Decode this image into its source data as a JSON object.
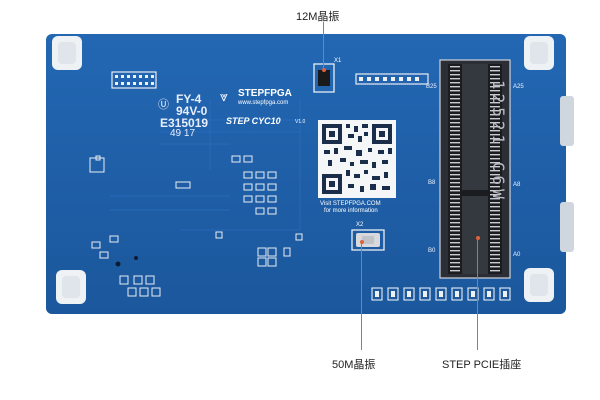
{
  "callouts": {
    "crystal_12m": "12M晶振",
    "crystal_50m": "50M晶振",
    "pcie": "STEP PCIE插座"
  },
  "silkscreen": {
    "fy4": "FY-4",
    "v0": "94V-0",
    "e315019": "E315019",
    "date": "49 17",
    "logo": "STEPFPGA",
    "url": "www.stepfpga.com",
    "board": "STEP CYC10",
    "version": "V1.0",
    "visit1": "Visit STEPFPGA.COM",
    "visit2": "for more information",
    "socket_label": "12521 C6W",
    "pin_a25": "A25",
    "pin_b25": "B25",
    "pin_b8": "B8",
    "pin_a8": "A8",
    "pin_b0": "B0",
    "pin_a0": "A0",
    "x1": "X1",
    "x2": "X2"
  },
  "colors": {
    "board": "#1f5fa8",
    "board_dark": "#174d8c",
    "leader": "#e0623c",
    "socket": "#2b2f35",
    "standoff": "#eef2f5"
  }
}
